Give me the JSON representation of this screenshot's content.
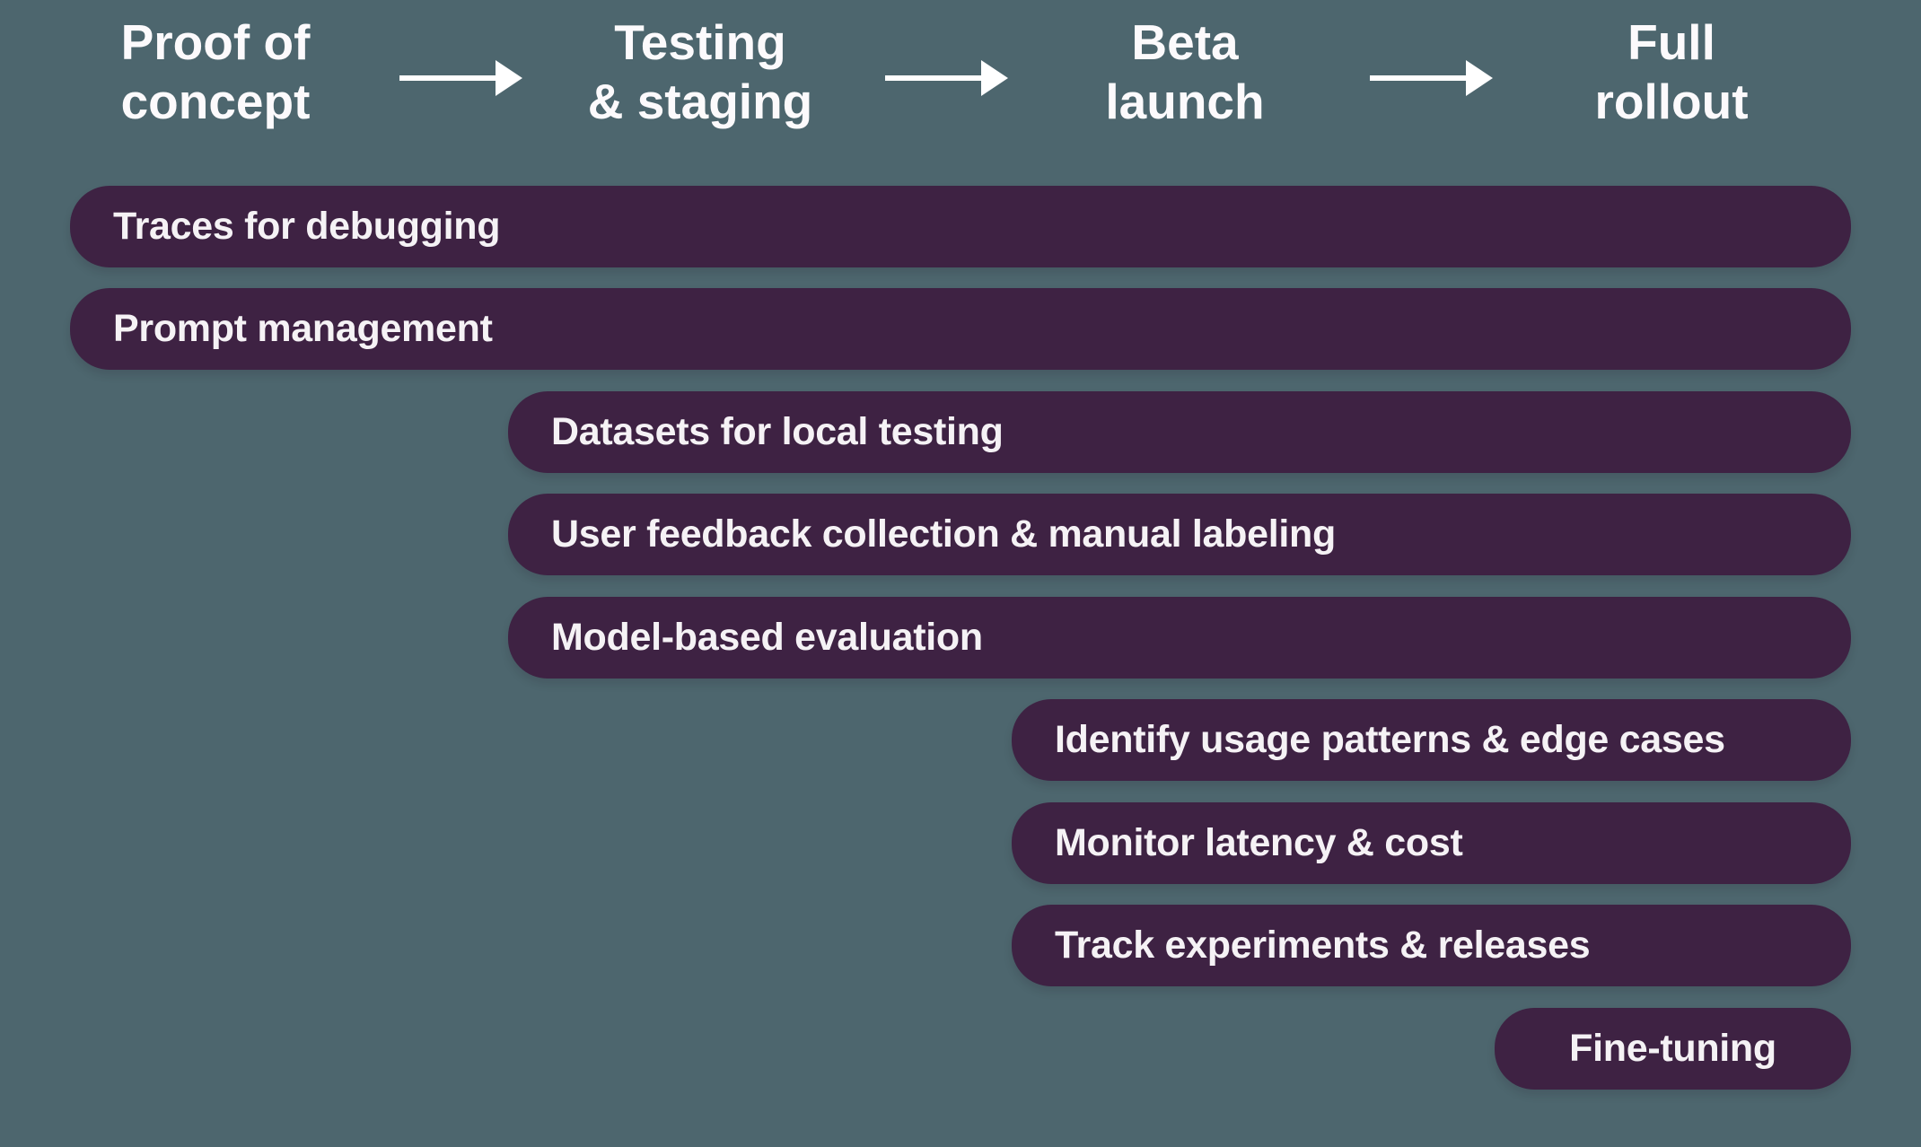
{
  "diagram": {
    "stages": [
      {
        "line1": "Proof of",
        "line2": "concept"
      },
      {
        "line1": "Testing",
        "line2": "& staging"
      },
      {
        "line1": "Beta",
        "line2": "launch"
      },
      {
        "line1": "Full",
        "line2": "rollout"
      }
    ],
    "icons": {
      "between_stages": "right-arrow-icon"
    },
    "bars": [
      {
        "label": "Traces for debugging",
        "from_stage": "Proof of concept",
        "to_stage": "Full rollout"
      },
      {
        "label": "Prompt management",
        "from_stage": "Proof of concept",
        "to_stage": "Full rollout"
      },
      {
        "label": "Datasets for local testing",
        "from_stage": "Testing & staging",
        "to_stage": "Full rollout"
      },
      {
        "label": "User feedback collection & manual labeling",
        "from_stage": "Testing & staging",
        "to_stage": "Full rollout"
      },
      {
        "label": "Model-based evaluation",
        "from_stage": "Testing & staging",
        "to_stage": "Full rollout"
      },
      {
        "label": "Identify usage patterns & edge cases",
        "from_stage": "Beta launch",
        "to_stage": "Full rollout"
      },
      {
        "label": "Monitor latency & cost",
        "from_stage": "Beta launch",
        "to_stage": "Full rollout"
      },
      {
        "label": "Track experiments & releases",
        "from_stage": "Beta launch",
        "to_stage": "Full rollout"
      },
      {
        "label": "Fine-tuning",
        "from_stage": "Full rollout",
        "to_stage": "Full rollout"
      }
    ],
    "colors": {
      "background": "#4D666E",
      "bar": "#3E2243",
      "bar_text": "#F5F2F5",
      "header_text": "#FCFAFC",
      "arrow": "#FFFFFF"
    }
  }
}
